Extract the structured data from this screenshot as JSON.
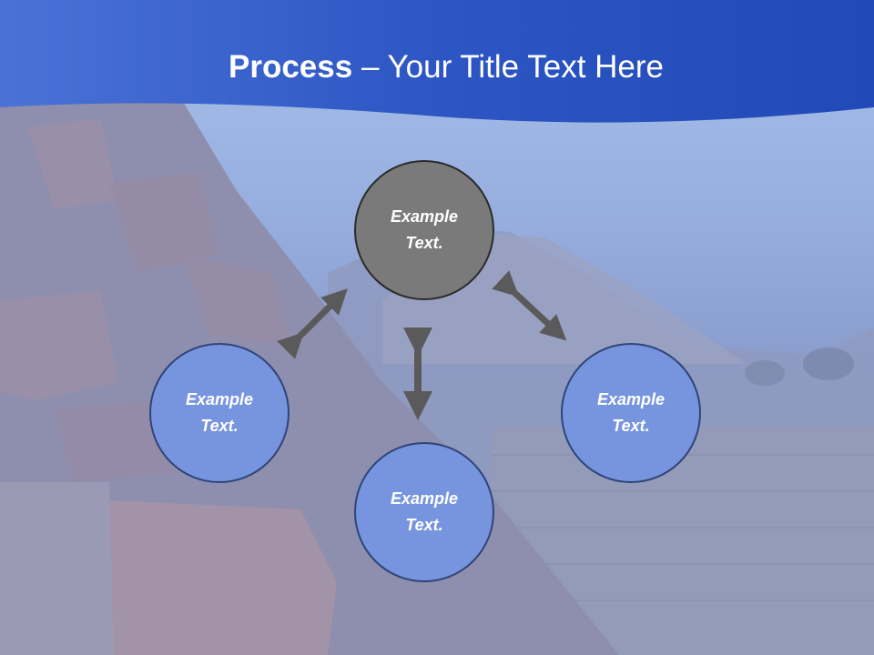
{
  "title": {
    "bold": "Process",
    "rest": " – Your Title Text Here"
  },
  "circles": {
    "top": {
      "line1": "Example",
      "line2": "Text."
    },
    "left": {
      "line1": "Example",
      "line2": "Text."
    },
    "right": {
      "line1": "Example",
      "line2": "Text."
    },
    "bottom": {
      "line1": "Example",
      "line2": "Text."
    }
  },
  "colors": {
    "header_blue": "#3358c8",
    "center_circle": "#7a7a7a",
    "outer_circles": "#7795de",
    "arrows": "#5a5a5a"
  }
}
